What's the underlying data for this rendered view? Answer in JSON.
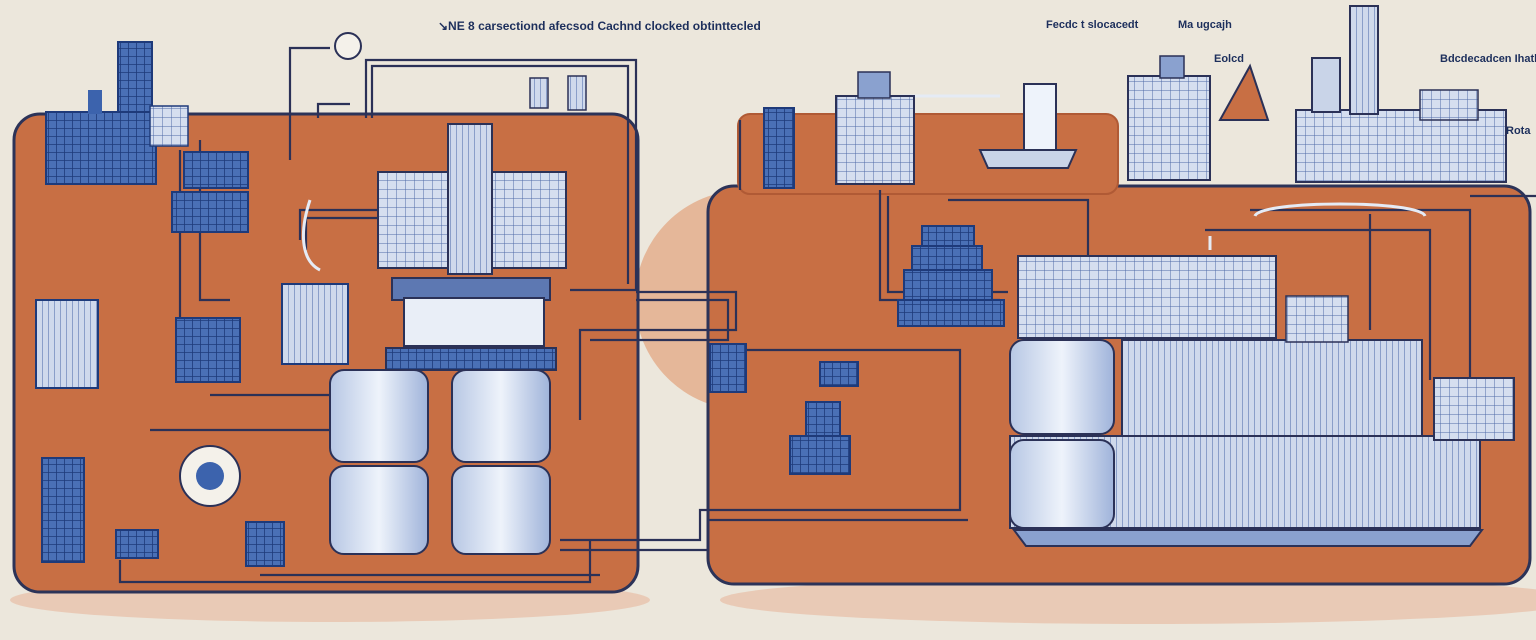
{
  "labels": {
    "top_center": "↘NE 8 carsectiond afecsod  Cachnd clocked obtinttecled",
    "top_right_1": "Fecdc t slocacedt",
    "top_right_2": "Ma ugcajh",
    "right_a": "Eolcd",
    "right_b": "Bdcdecadcen Ihathbcl",
    "right_c": "Rota"
  },
  "colors": {
    "background": "#ece7dc",
    "plate": "#c86f44",
    "plate_edge": "#2c3358",
    "machinery": "#3c63ad",
    "machinery_light": "#c9d4e8",
    "pipe": "#2b3157"
  }
}
